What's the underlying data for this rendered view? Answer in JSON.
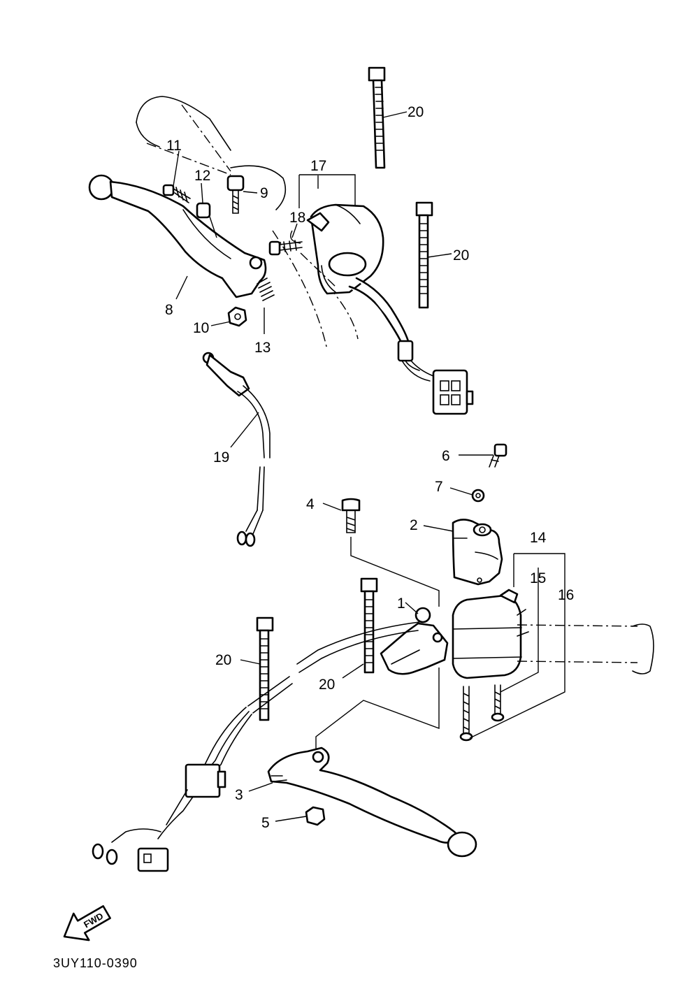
{
  "diagram": {
    "drawing_code": "3UY110-0390",
    "direction_arrow_text": "FWD",
    "callouts": [
      "1",
      "2",
      "3",
      "4",
      "5",
      "6",
      "7",
      "8",
      "9",
      "10",
      "11",
      "12",
      "13",
      "14",
      "15",
      "16",
      "17",
      "18",
      "19",
      "20",
      "20",
      "20",
      "20"
    ],
    "colors": {
      "ink": "#000000",
      "paper": "#ffffff"
    }
  }
}
